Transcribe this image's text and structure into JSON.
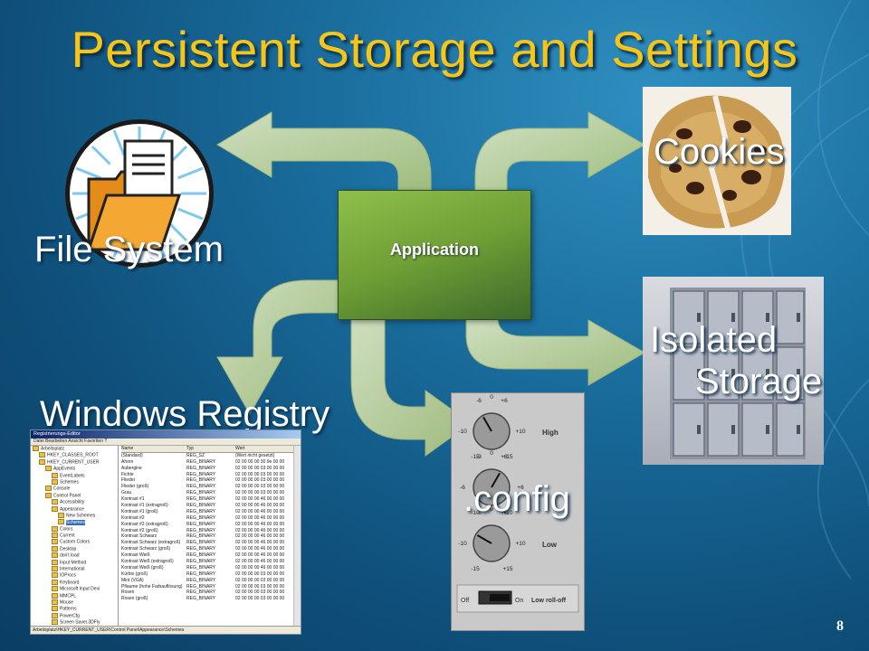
{
  "slide": {
    "title": "Persistent Storage and Settings",
    "page_number": "8"
  },
  "center": {
    "label": "Application"
  },
  "targets": {
    "file_system": "File System",
    "cookies": "Cookies",
    "isolated_line1": "Isolated",
    "isolated_line2": "Storage",
    "registry": "Windows Registry",
    "config": ".config"
  },
  "registry_window": {
    "title": "Registrierungs-Editor",
    "menu": "Datei  Bearbeiten  Ansicht  Favoriten  ?",
    "tree": [
      "Arbeitsplatz",
      "HKEY_CLASSES_ROOT",
      "HKEY_CURRENT_USER",
      "AppEvents",
      "EventLabels",
      "Schemes",
      "Console",
      "Control Panel",
      "Accessibility",
      "Appearance",
      "New Schemes",
      "Schemes",
      "Colors",
      "Current",
      "Custom Colors",
      "Desktop",
      "don't load",
      "Input Method",
      "International",
      "IOProcs",
      "Keyboard",
      "Microsoft Input Devi",
      "MMCPL",
      "Mouse",
      "Patterns",
      "PowerCfg",
      "Screen Saver.3DFly"
    ],
    "columns": [
      "Name",
      "Typ",
      "Wert"
    ],
    "rows": [
      [
        "(Standard)",
        "REG_SZ",
        "(Wert nicht gesetzt)"
      ],
      [
        "Ahorn",
        "REG_BINARY",
        "02 00 00 00 30 9e 00 00"
      ],
      [
        "Aubergine",
        "REG_BINARY",
        "02 00 00 00 03 00 00 00"
      ],
      [
        "Fichte",
        "REG_BINARY",
        "02 00 00 00 03 00 00 00"
      ],
      [
        "Flieder",
        "REG_BINARY",
        "02 00 00 00 03 00 00 00"
      ],
      [
        "Flieder (groß)",
        "REG_BINARY",
        "02 00 00 00 03 00 00 00"
      ],
      [
        "Grau",
        "REG_BINARY",
        "02 00 00 00 03 00 00 00"
      ],
      [
        "Kontrast #1",
        "REG_BINARY",
        "02 00 00 00 46 00 00 00"
      ],
      [
        "Kontrast #1 (extragroß)",
        "REG_BINARY",
        "02 00 00 00 46 00 00 00"
      ],
      [
        "Kontrast #1 (groß)",
        "REG_BINARY",
        "02 00 00 00 46 00 00 00"
      ],
      [
        "Kontrast #2",
        "REG_BINARY",
        "02 00 00 00 46 00 00 00"
      ],
      [
        "Kontrast #2 (extragroß)",
        "REG_BINARY",
        "02 00 00 00 46 00 00 00"
      ],
      [
        "Kontrast #2 (groß)",
        "REG_BINARY",
        "02 00 00 00 46 00 00 00"
      ],
      [
        "Kontrast Schwarz",
        "REG_BINARY",
        "02 00 00 00 46 00 00 00"
      ],
      [
        "Kontrast Schwarz (extragroß)",
        "REG_BINARY",
        "02 00 00 00 46 00 00 00"
      ],
      [
        "Kontrast Schwarz (groß)",
        "REG_BINARY",
        "02 00 00 00 46 00 00 00"
      ],
      [
        "Kontrast Weiß",
        "REG_BINARY",
        "02 00 00 00 46 00 00 00"
      ],
      [
        "Kontrast Weiß (extragroß)",
        "REG_BINARY",
        "02 00 00 00 46 00 00 00"
      ],
      [
        "Kontrast Weiß (groß)",
        "REG_BINARY",
        "02 00 00 00 46 00 00 00"
      ],
      [
        "Kürbis (groß)",
        "REG_BINARY",
        "02 00 00 00 03 00 00 00"
      ],
      [
        "Mint (VGA)",
        "REG_BINARY",
        "02 00 00 00 03 00 00 00"
      ],
      [
        "Pflaume (hohe Farbauflösung)",
        "REG_BINARY",
        "02 00 00 00 03 00 00 00"
      ],
      [
        "Rosen",
        "REG_BINARY",
        "02 00 00 00 03 00 00 00"
      ],
      [
        "Rosen (groß)",
        "REG_BINARY",
        "02 00 00 00 03 00 00 00"
      ]
    ],
    "status": "Arbeitsplatz\\HKEY_CURRENT_USER\\Control Panel\\Appearance\\Schemes"
  },
  "config_panel": {
    "knobs": [
      {
        "label": "High",
        "ticks": [
          "-6",
          "0",
          "+6",
          "-10",
          "+10",
          "-15",
          "+15"
        ]
      },
      {
        "label": "Mid",
        "ticks": [
          "-3",
          "0",
          "+3",
          "-6",
          "+6",
          "-10",
          "+10"
        ]
      },
      {
        "label": "Low",
        "ticks": [
          "-6",
          "0",
          "+6",
          "-10",
          "+10",
          "-15",
          "+15"
        ]
      }
    ],
    "switch_off": "Off",
    "switch_on": "On",
    "switch_label": "Low roll-off"
  },
  "colors": {
    "title": "#f5c518",
    "arrow_fill": "#c6d9a0",
    "app_box": "#6e9e35"
  }
}
